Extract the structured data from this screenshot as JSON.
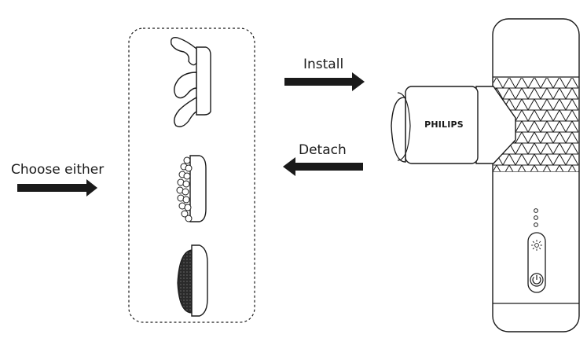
{
  "labels": {
    "choose": "Choose either",
    "install": "Install",
    "detach": "Detach"
  },
  "device": {
    "brand": "PHILIPS",
    "indicator_dots": 3
  },
  "attachments": [
    {
      "name": "contoured-head-attachment"
    },
    {
      "name": "textured-ball-head-attachment"
    },
    {
      "name": "bristle-head-attachment"
    }
  ],
  "icons": [
    "arrow-right-icon",
    "arrow-left-icon",
    "light-icon",
    "power-icon"
  ],
  "colors": {
    "ink": "#1a1a1a",
    "background": "#ffffff"
  }
}
